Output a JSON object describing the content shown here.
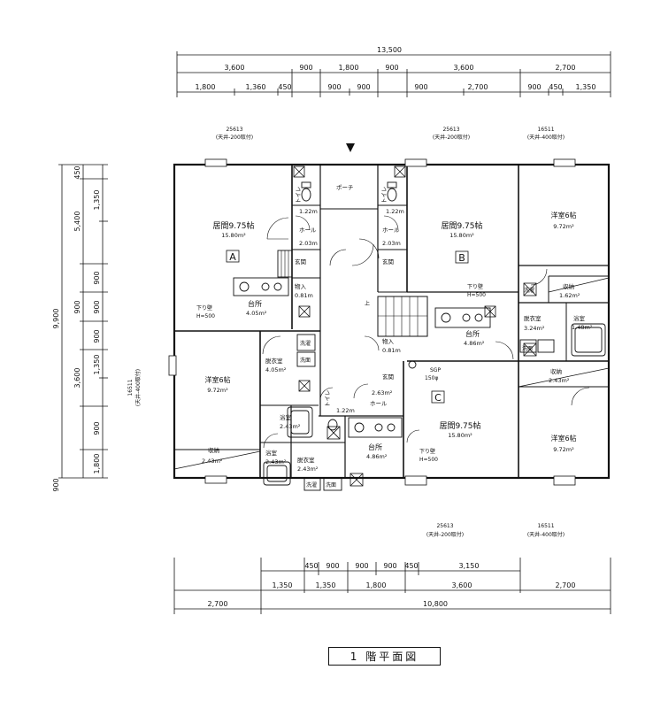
{
  "title": "1 階平面図",
  "dimensions": {
    "top_total": "13,500",
    "top_row1": [
      "3,600",
      "900",
      "1,800",
      "900",
      "3,600",
      "2,700"
    ],
    "top_row2": [
      "1,800",
      "1,360",
      "450",
      "900",
      "900",
      "900",
      "2,700",
      "900",
      "450",
      "1,350"
    ],
    "left_total": "9,900",
    "left_row1": [
      "450",
      "5,400",
      "900",
      "3,600",
      "900"
    ],
    "left_row2": [
      "1,350",
      "900",
      "900",
      "900",
      "1,350",
      "900",
      "1,800"
    ],
    "bottom_row1": [
      "450",
      "900",
      "900",
      "900",
      "450",
      "3,150"
    ],
    "bottom_row2": [
      "1,350",
      "1,350",
      "1,800",
      "3,600",
      "2,700"
    ],
    "bottom_row3": [
      "2,700",
      "10,800"
    ]
  },
  "fixtures": {
    "top_left_code": "25613",
    "top_left_note": "(天井-200取付)",
    "top_mid_code": "25613",
    "top_mid_note": "(天井-200取付)",
    "top_right_code": "16511",
    "top_right_note": "(天井-400取付)",
    "left_code": "16511",
    "left_note": "(天井-400取付)",
    "bottom_mid_code": "25613",
    "bottom_mid_note": "(天井-200取付)",
    "bottom_right_code": "16511",
    "bottom_right_note": "(天井-400取付)"
  },
  "unit_a": {
    "letter": "A",
    "living": "居間9.75帖",
    "living_area": "15.80m²",
    "toilet": "トイレ",
    "toilet_area": "1.22m",
    "hall": "ホール",
    "hall_area": "2.03m",
    "entry": "玄関",
    "storage": "物入",
    "storage_area": "0.81m",
    "kitchen": "台所",
    "kitchen_area": "4.05m²",
    "sink_note": "下り壁",
    "sink_h": "H=500",
    "western": "洋室6帖",
    "western_area": "9.72m²",
    "closet": "収納",
    "closet_area": "2.43m²",
    "dressing": "脱衣室",
    "dressing_area": "4.05m²",
    "bath": "浴室",
    "bath_area": "2.43m²",
    "washer": "洗濯",
    "wash_basin": "洗面"
  },
  "unit_b": {
    "letter": "B",
    "living": "居間9.75帖",
    "living_area": "15.80m²",
    "toilet": "トイレ",
    "toilet_area": "1.22m",
    "hall": "ホール",
    "hall_area": "2.03m",
    "entry": "玄関",
    "stairs_up": "上",
    "kitchen": "台所",
    "kitchen_area": "4.86m²",
    "sink_note": "下り壁",
    "sink_h": "H=500",
    "western": "洋室6帖",
    "western_area": "9.72m²",
    "closet": "収納",
    "closet_area": "1.62m²",
    "dressing": "脱衣室",
    "dressing_area": "3.24m²",
    "bath": "浴室",
    "bath_area": "1.48m²",
    "washer": "洗濯",
    "wash_basin": "洗面"
  },
  "unit_c": {
    "letter": "C",
    "living": "居間9.75帖",
    "living_area": "15.80m²",
    "storage": "物入",
    "storage_area": "0.81m",
    "entry": "玄関",
    "entry_area": "2.63m²",
    "hall": "ホール",
    "toilet": "トイレ",
    "toilet_area": "1.22m",
    "kitchen": "台所",
    "kitchen_area": "4.86m²",
    "sink_note": "下り壁",
    "sink_h": "H=500",
    "western": "洋室6帖",
    "western_area": "9.72m²",
    "closet": "収納",
    "closet_area": "2.43m²",
    "dressing": "脱衣室",
    "dressing_area": "2.43m²",
    "bath": "浴室",
    "bath_area": "2.43m²",
    "sgp": "SGP",
    "sgp_size": "150φ",
    "washer": "洗濯",
    "wash_basin": "洗面"
  },
  "porch": "ポーチ"
}
